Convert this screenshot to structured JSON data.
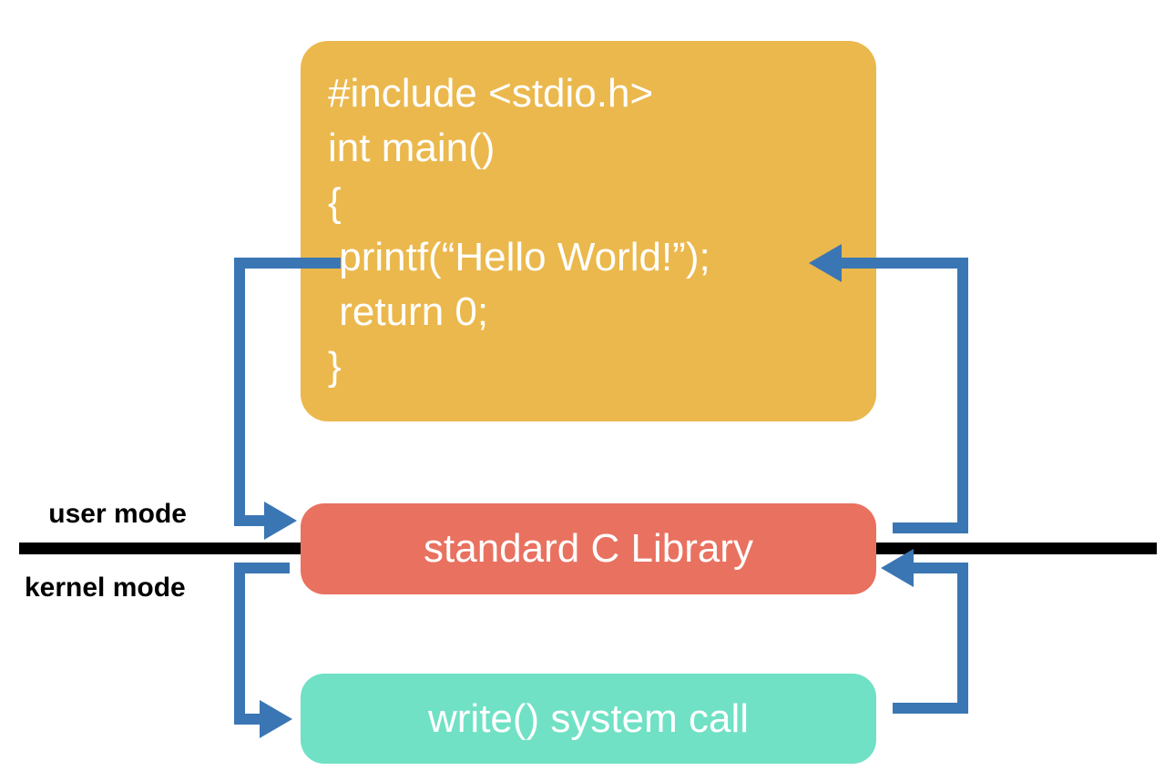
{
  "code_box": {
    "lines": [
      "#include <stdio.h>",
      "int main()",
      "{",
      " printf(“Hello World!”);",
      " return 0;",
      "}"
    ]
  },
  "library_box": {
    "label": "standard C Library"
  },
  "syscall_box": {
    "label": "write() system call"
  },
  "labels": {
    "user_mode": "user mode",
    "kernel_mode": "kernel mode"
  },
  "colors": {
    "code_box_bg": "#EBB84D",
    "library_box_bg": "#E97160",
    "syscall_box_bg": "#70E1C5",
    "arrow": "#3A76B4",
    "boundary": "#000000",
    "box_text": "#FFFFFF",
    "label_text": "#000000"
  }
}
